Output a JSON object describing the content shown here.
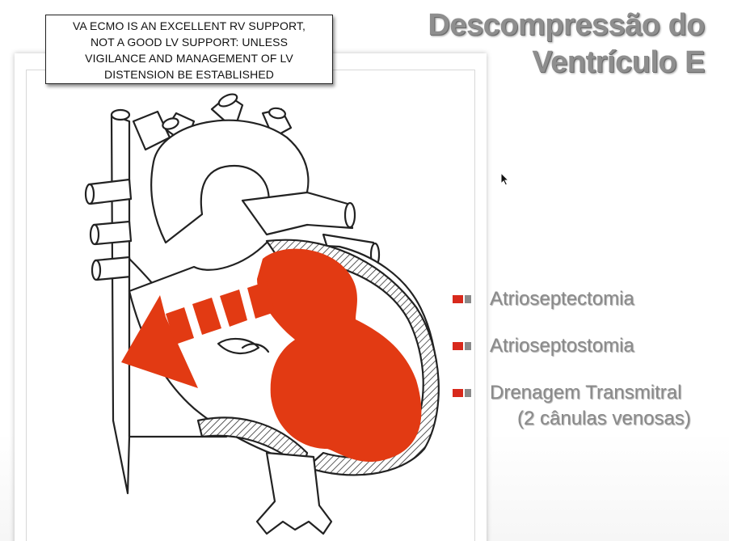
{
  "note": {
    "lines": [
      "VA ECMO IS AN EXCELLENT RV SUPPORT,",
      "NOT A GOOD LV SUPPORT: UNLESS",
      "VIGILANCE AND MANAGEMENT OF LV",
      "DISTENSION BE ESTABLISHED"
    ]
  },
  "title": {
    "line1": "Descompressão do",
    "line2": "Ventrículo E"
  },
  "bullets": [
    {
      "text": "Atrioseptectomia",
      "sub": ""
    },
    {
      "text": "Atrioseptostomia",
      "sub": ""
    },
    {
      "text": "Drenagem Transmitral",
      "sub": "(2 cânulas venosas)"
    }
  ],
  "colors": {
    "highlight_red": "#e23a13",
    "bullet_red": "#d8291c",
    "bullet_gray": "#8a8a8a",
    "title_gray": "#8e8e8e"
  },
  "icons": {
    "cursor": "mouse-pointer-icon",
    "figure": "heart-diagram-illustration"
  }
}
